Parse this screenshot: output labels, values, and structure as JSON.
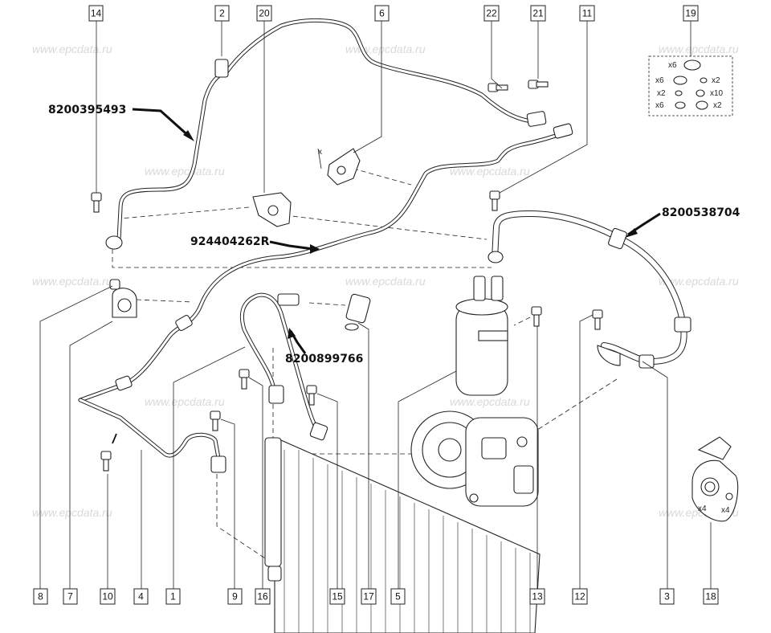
{
  "watermark": "www.epcdata.ru",
  "callouts": {
    "c1": "1",
    "c2": "2",
    "c3": "3",
    "c4": "4",
    "c5": "5",
    "c6": "6",
    "c7": "7",
    "c8": "8",
    "c9": "9",
    "c10": "10",
    "c11": "11",
    "c12": "12",
    "c13": "13",
    "c14": "14",
    "c15": "15",
    "c16": "16",
    "c17": "17",
    "c18": "18",
    "c19": "19",
    "c20": "20",
    "c21": "21",
    "c22": "22"
  },
  "part_numbers": {
    "pn_upper_pipe": "8200395493",
    "pn_right_hose": "8200538704",
    "pn_middle_pipe": "924404262R",
    "pn_short_pipe": "8200899766"
  },
  "seal_kit": {
    "r1": "x6",
    "r2a": "x6",
    "r2b": "x2",
    "r3a": "x2",
    "r3b": "x10",
    "r4a": "x6",
    "r4b": "x2"
  },
  "labels": {
    "dim_x": "x",
    "plate_x4a": "x4",
    "plate_x4b": "x4"
  }
}
